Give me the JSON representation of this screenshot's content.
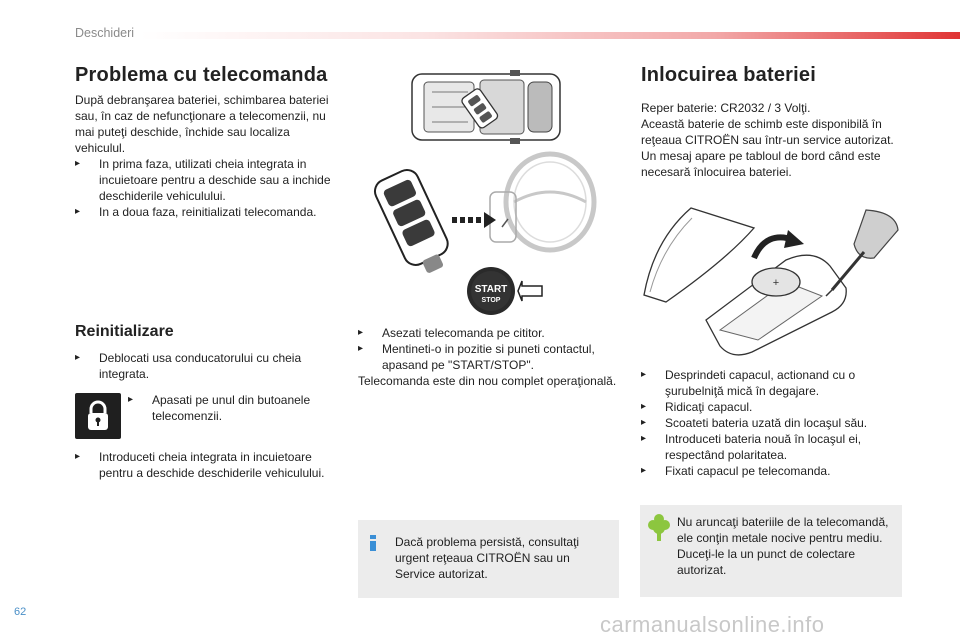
{
  "header": {
    "section": "Deschideri"
  },
  "left": {
    "title": "Problema cu telecomanda",
    "intro": "După debranşarea bateriei, schimbarea bateriei sau, în caz de nefuncţionare a telecomenzii, nu mai puteţi deschide, închide sau localiza vehiculul.",
    "bullets": [
      "In prima faza, utilizati cheia integrata in incuietoare pentru a deschide sau a inchide deschiderile vehiculului.",
      "In a doua faza, reinitializati telecomanda."
    ],
    "reinit_title": "Reinitializare",
    "reinit_bullets": [
      "Deblocati usa conducatorului cu cheia integrata.",
      "Apasati pe unul din butoanele telecomenzii.",
      "Introduceti cheia integrata in incuietoare pentru a deschide deschiderile vehiculului."
    ]
  },
  "middle": {
    "start_label": "START",
    "stop_label": "STOP",
    "bullets": [
      "Asezati telecomanda pe cititor.",
      "Mentineti-o in pozitie si puneti contactul, apasand pe \"START/STOP\"."
    ],
    "after": "Telecomanda este din nou complet operaţională.",
    "info": "Dacă problema persistă, consultaţi urgent reţeaua CITROËN sau un Service autorizat."
  },
  "right": {
    "title": "Inlocuirea bateriei",
    "intro": "Reper baterie: CR2032 / 3 Volţi.\nAceastă baterie de schimb este disponibilă în reţeaua CITROËN sau într-un service autorizat.\nUn mesaj apare pe tabloul de bord când este necesară înlocuirea bateriei.",
    "bullets": [
      "Desprindeti capacul, actionand cu o şurubelniţă mică în degajare.",
      "Ridicaţi capacul.",
      "Scoateti bateria uzată din locaşul său.",
      "Introduceti bateria nouă în locaşul ei, respectând polaritatea.",
      "Fixati capacul pe telecomanda."
    ],
    "env": "Nu aruncaţi bateriile de la telecomandă, ele conţin metale nocive pentru mediu. Duceţi-le la un punct de colectare autorizat."
  },
  "footer": {
    "page": "62",
    "watermark": "carmanualsonline.info"
  },
  "icons": {
    "bullet": "square-arrow-bullet-icon",
    "lock": "lock-icon",
    "info": "info-icon",
    "env": "tree-icon"
  },
  "colors": {
    "accent_red": "#e03434",
    "info_blue": "#3a8fd6",
    "env_green": "#8cc63f",
    "page_blue": "#4a8fc7"
  }
}
